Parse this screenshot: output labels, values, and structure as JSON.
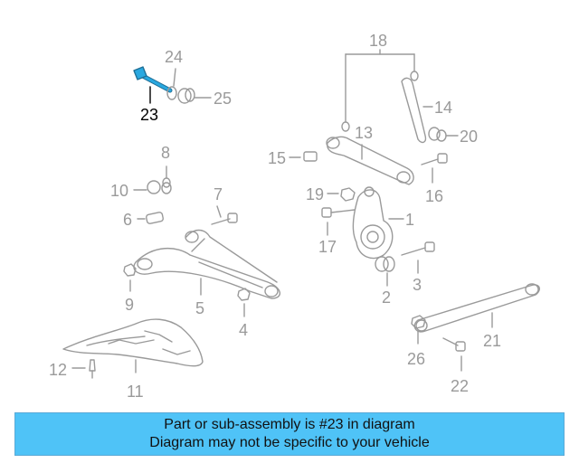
{
  "callouts": {
    "c1": "1",
    "c2": "2",
    "c3": "3",
    "c4": "4",
    "c5": "5",
    "c6": "6",
    "c7": "7",
    "c8": "8",
    "c9": "9",
    "c10": "10",
    "c11": "11",
    "c12": "12",
    "c13": "13",
    "c14": "14",
    "c15": "15",
    "c16": "16",
    "c17": "17",
    "c18": "18",
    "c19": "19",
    "c20": "20",
    "c21": "21",
    "c22": "22",
    "c23": "23",
    "c24": "24",
    "c25": "25",
    "c26": "26"
  },
  "highlighted_part": "23",
  "colors": {
    "highlight_part": "#29a8e0",
    "line_art": "#9a9a9a",
    "banner_bg": "#4fc3f7"
  },
  "banner": {
    "line1": "Part or sub-assembly is #23 in diagram",
    "line2": "Diagram may not be specific to your vehicle"
  }
}
